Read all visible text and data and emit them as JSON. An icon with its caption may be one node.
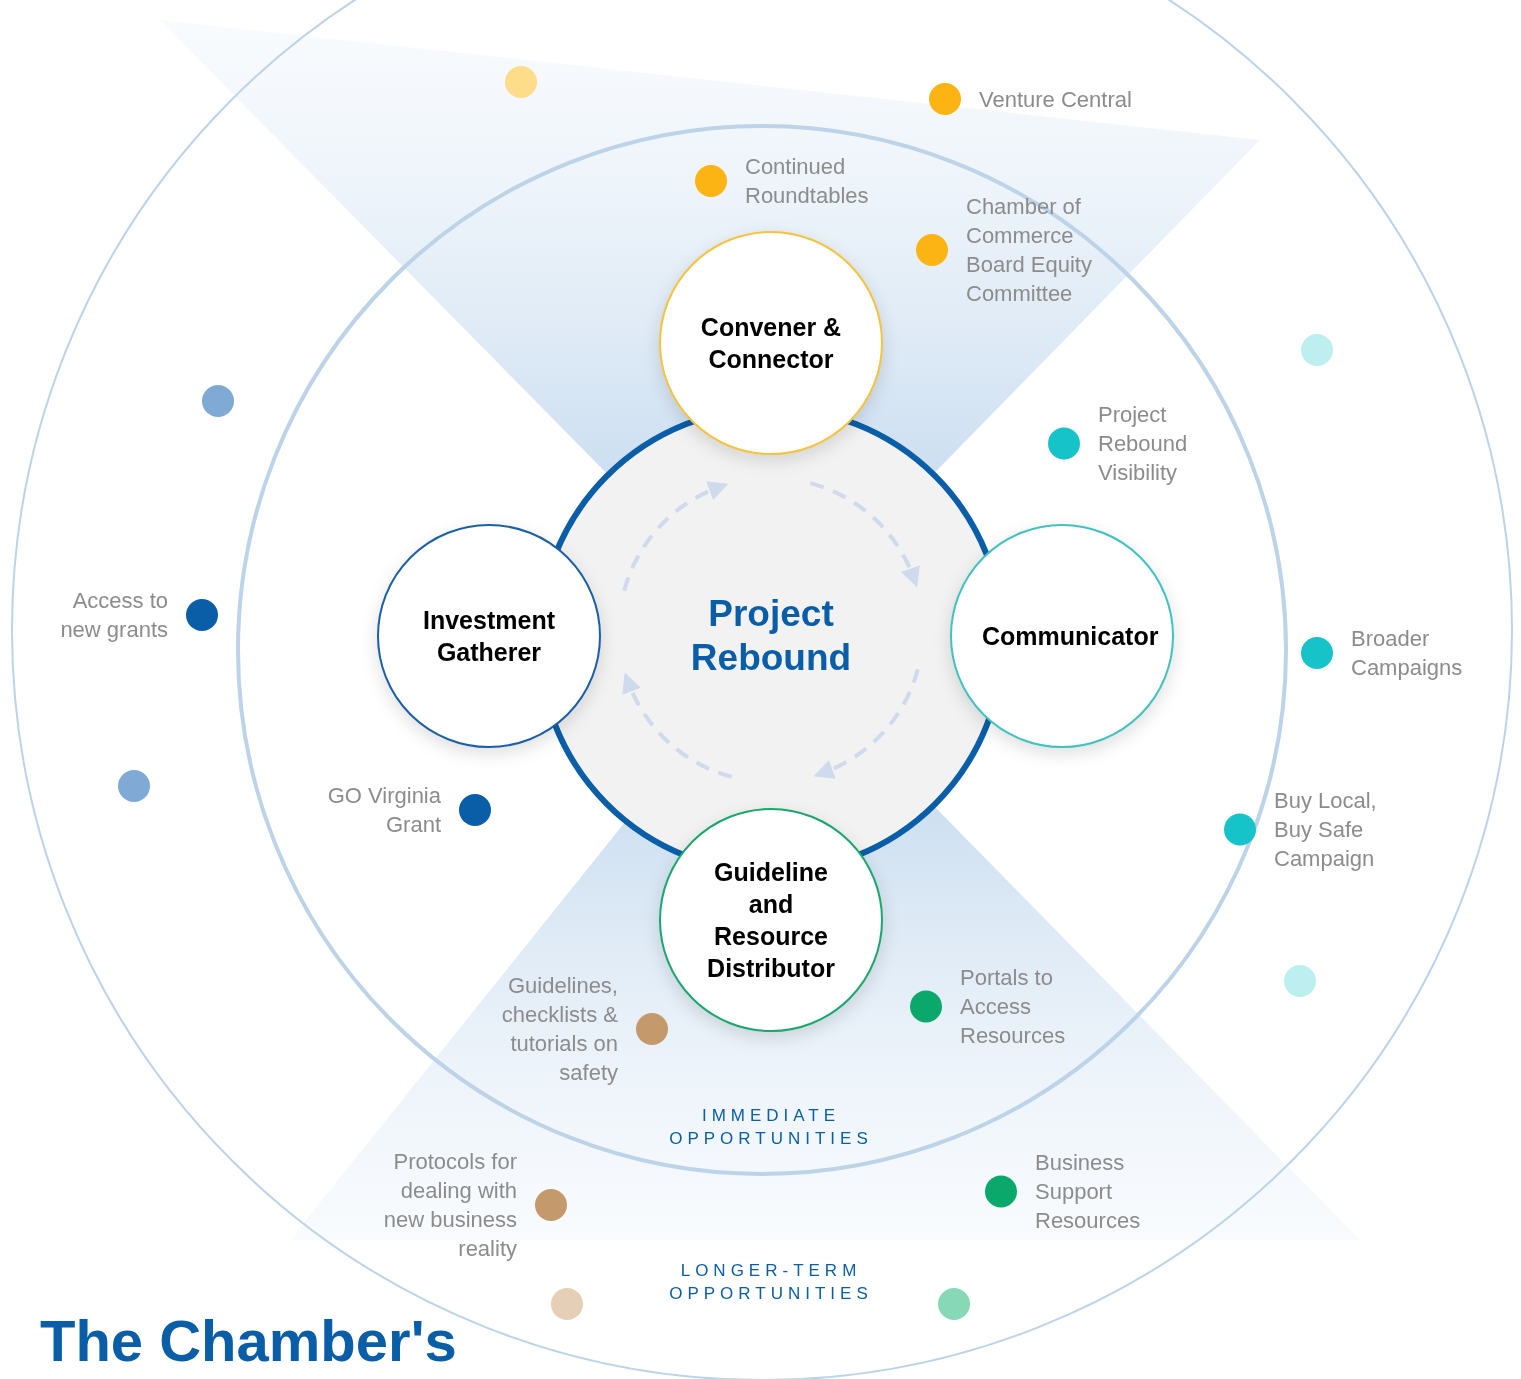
{
  "diagram": {
    "title": "The Chamber's",
    "nodes": [
      {
        "text": [
          "Project Rebound"
        ]
      },
      {
        "text": [
          "Convener & Connector"
        ]
      },
      {
        "text": [
          "Investment Gatherer"
        ]
      },
      {
        "text": [
          "Communicator"
        ]
      },
      {
        "text": [
          "Guideline and Resource Distributor"
        ]
      },
      {
        "text": [
          "Venture Central"
        ]
      },
      {
        "text": [
          "Continued Roundtables"
        ]
      },
      {
        "text": [
          "Chamber of Commerce Board Equity Committee"
        ]
      },
      {
        "text": [
          "Project Rebound Visibility"
        ]
      },
      {
        "text": [
          "Access to new grants"
        ]
      },
      {
        "text": [
          "Broader Campaigns"
        ]
      },
      {
        "text": [
          "GO  Virginia Grant"
        ]
      },
      {
        "text": [
          "Buy Local, Buy Safe Campaign"
        ]
      },
      {
        "text": [
          "Portals to Access Resources"
        ]
      },
      {
        "text": [
          "Guidelines, checklists & tutorials on safety"
        ]
      },
      {
        "text": [
          "Protocols for dealing with new business reality"
        ]
      },
      {
        "text": [
          "Business Support Resources"
        ]
      },
      {
        "text": [],
        "shape": "circle"
      },
      {
        "text": [],
        "shape": "circle"
      },
      {
        "text": [],
        "shape": "circle"
      },
      {
        "text": [],
        "shape": "circle"
      },
      {
        "text": [],
        "shape": "circle"
      },
      {
        "text": [],
        "shape": "circle"
      },
      {
        "text": [],
        "shape": "circle"
      }
    ],
    "labels": [
      "IMMEDIATE OPPORTUNITIES",
      "LONGER-TERM OPPORTUNITIES"
    ]
  }
}
